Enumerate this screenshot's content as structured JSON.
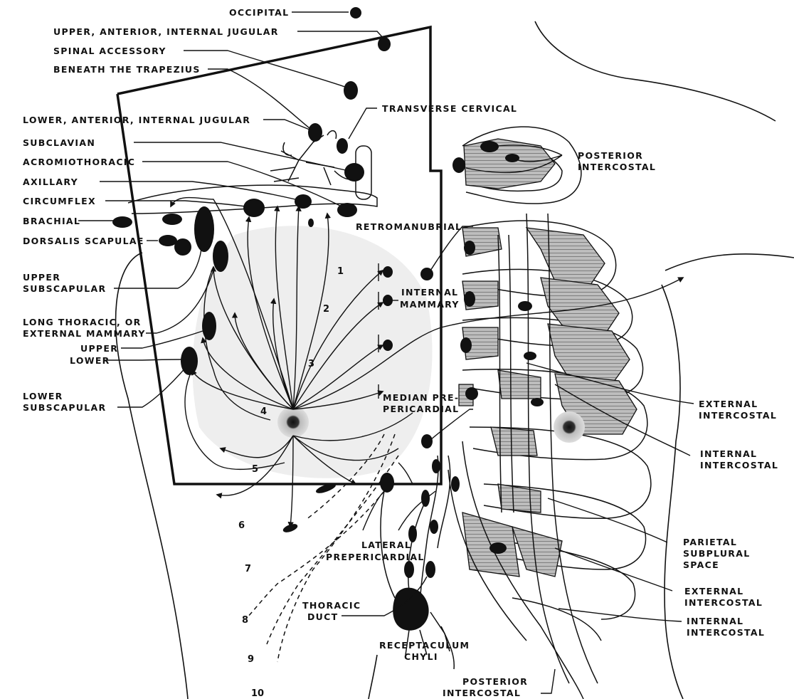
{
  "labels": {
    "occipital": "OCCIPITAL",
    "upper_anterior_internal_jugular": "UPPER, ANTERIOR, INTERNAL JUGULAR",
    "spinal_accessory": "SPINAL ACCESSORY",
    "beneath_trapezius": "BENEATH THE TRAPEZIUS",
    "lower_anterior_internal_jugular": "LOWER, ANTERIOR, INTERNAL JUGULAR",
    "transverse_cervical": "TRANSVERSE CERVICAL",
    "subclavian": "SUBCLAVIAN",
    "acromiothoracic": "ACROMIOTHORACIC",
    "axillary": "AXILLARY",
    "circumflex": "CIRCUMFLEX",
    "brachial": "BRACHIAL",
    "dorsalis_scapulae": "DORSALIS SCAPULAE",
    "upper_subscapular_1": "UPPER",
    "upper_subscapular_2": "SUBSCAPULAR",
    "long_thoracic_1": "LONG THORACIC, OR",
    "long_thoracic_2": "EXTERNAL MAMMARY",
    "upper": "UPPER",
    "lower": "LOWER",
    "lower_subscapular_1": "LOWER",
    "lower_subscapular_2": "SUBSCAPULAR",
    "posterior_intercostal_top_1": "POSTERIOR",
    "posterior_intercostal_top_2": "INTERCOSTAL",
    "retromanubrial": "RETROMANUBRIAL",
    "internal_mammary_1": "INTERNAL",
    "internal_mammary_2": "MAMMARY",
    "median_prepericardial_1": "MEDIAN PRE-",
    "median_prepericardial_2": "PERICARDIAL",
    "external_intercostal_1_a": "EXTERNAL",
    "external_intercostal_1_b": "INTERCOSTAL",
    "internal_intercostal_1_a": "INTERNAL",
    "internal_intercostal_1_b": "INTERCOSTAL",
    "parietal_1": "PARIETAL",
    "parietal_2": "SUBPLURAL",
    "parietal_3": "SPACE",
    "external_intercostal_2_a": "EXTERNAL",
    "external_intercostal_2_b": "INTERCOSTAL",
    "internal_intercostal_2_a": "INTERNAL",
    "internal_intercostal_2_b": "INTERCOSTAL",
    "lateral_prepericardial_1": "LATERAL",
    "lateral_prepericardial_2": "PREPERICARDIAL",
    "thoracic_duct_1": "THORACIC",
    "thoracic_duct_2": "DUCT",
    "receptaculum_1": "RECEPTACULUM",
    "receptaculum_2": "CHYLI",
    "posterior_intercostal_bottom_1": "POSTERIOR",
    "posterior_intercostal_bottom_2": "INTERCOSTAL"
  },
  "numbers": {
    "n1": "1",
    "n2": "2",
    "n3": "3",
    "n4": "4",
    "n5": "5",
    "n6": "6",
    "n7": "7",
    "n8": "8",
    "n9": "9",
    "n10": "10"
  }
}
